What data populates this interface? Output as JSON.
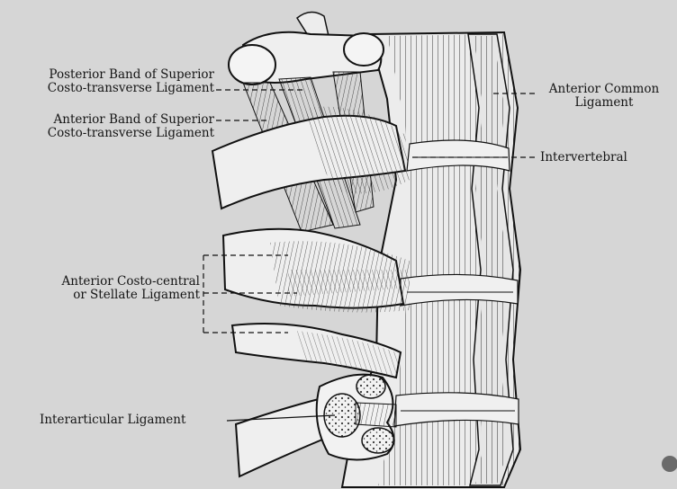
{
  "labels": {
    "posterior_band": [
      "Posterior Band of Superior",
      "Costo-transverse Ligament"
    ],
    "anterior_band": [
      "Anterior Band of Superior",
      "Costo-transverse Ligament"
    ],
    "anterior_costo_central": [
      "Anterior Costo-central",
      "or Stellate Ligament"
    ],
    "interarticular": [
      "Interarticular Ligament"
    ],
    "anterior_common": [
      "Anterior Common",
      "Ligament"
    ],
    "intervertebral": [
      "Intervertebral"
    ]
  },
  "colors": {
    "paper": "#d9d9d9",
    "ink": "#141414",
    "shadow": "#bfbfbf",
    "bone": "#f2f2f2"
  }
}
